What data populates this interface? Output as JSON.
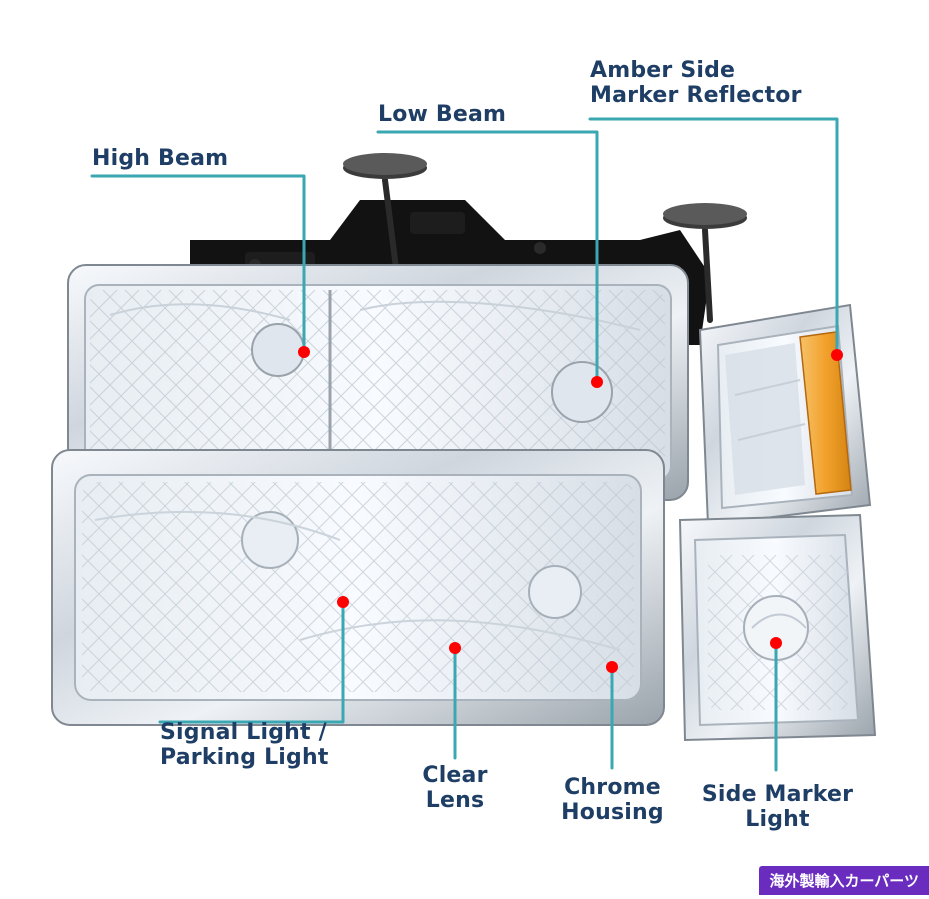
{
  "labels": {
    "high_beam": "High Beam",
    "low_beam": "Low Beam",
    "amber_side_marker_reflector": {
      "line1": "Amber Side",
      "line2": "Marker Reflector"
    },
    "signal_parking_light": {
      "line1": "Signal Light /",
      "line2": "Parking Light"
    },
    "clear_lens": {
      "line1": "Clear",
      "line2": "Lens"
    },
    "chrome_housing": {
      "line1": "Chrome",
      "line2": "Housing"
    },
    "side_marker_light": {
      "line1": "Side Marker",
      "line2": "Light"
    }
  },
  "badge": {
    "text": "海外製輸入カーパーツ"
  },
  "colors": {
    "label_text": "#1f3e66",
    "callout_line": "#3aa7b2",
    "marker_dot": "#ff0000",
    "badge_bg": "#6a2bbf",
    "chrome_dark": "#8d949c",
    "chrome_light": "#eef2f6",
    "black_bracket": "#121212",
    "amber": "#f2a22c"
  }
}
